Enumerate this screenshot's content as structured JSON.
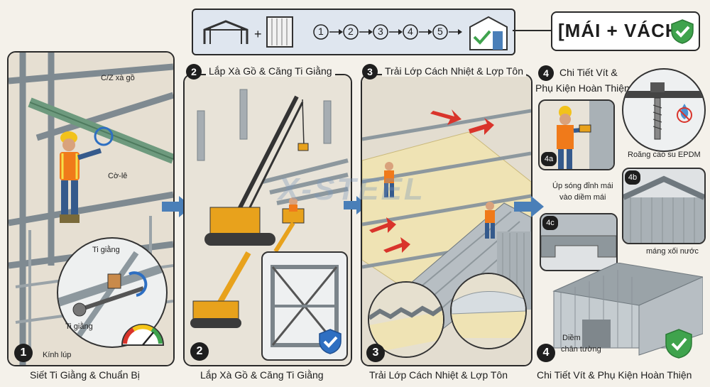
{
  "header": {
    "steps": [
      "1",
      "2",
      "3",
      "4",
      "5"
    ],
    "badge": "[MÁI + VÁCH]"
  },
  "panel1": {
    "number": "1",
    "labels": {
      "purlin": "C/Z xà gồ",
      "wrench": "Cờ-lê",
      "tie_rod_top": "Ti giằng",
      "tie_rod_bottom": "Ti giằng",
      "scaffold": "Kính lúp"
    },
    "caption": "Siết Ti Giằng & Chuẩn Bị"
  },
  "panel2": {
    "number": "2",
    "title": "Lắp Xà Gồ & Căng Ti Giằng",
    "caption": "Lắp Xà Gồ & Căng Ti Giằng"
  },
  "panel3": {
    "number": "3",
    "title": "Trải Lớp Cách Nhiệt & Lợp Tôn",
    "caption": "Trải Lớp Cách Nhiệt & Lợp Tôn"
  },
  "panel4": {
    "number": "4",
    "title_line1": "Chi Tiết Vít &",
    "title_line2": "Phụ Kiện Hoàn Thiện",
    "labels": {
      "gasket": "Roăng cao su EPDM",
      "ridge_line1": "Úp sóng đỉnh mái",
      "ridge_line2": "vào diềm mái",
      "gutter": "máng xối nước",
      "base_line1": "Diềm",
      "base_line2": "chân tường"
    },
    "sub_a": "4a",
    "sub_b": "4b",
    "sub_c": "4c",
    "caption": "Chi Tiết Vít & Phụ Kiện Hoàn Thiện"
  },
  "watermark": "X-STEEL",
  "colors": {
    "steel": "#8a959c",
    "beam_green": "#6e9a7e",
    "safety_orange": "#f07a1a",
    "crane_yellow": "#e8a21c",
    "arrow_blue": "#4a7fb8",
    "insulation": "#efe3b4",
    "check_green": "#3fa34d",
    "shield_blue": "#2e6fc2"
  }
}
